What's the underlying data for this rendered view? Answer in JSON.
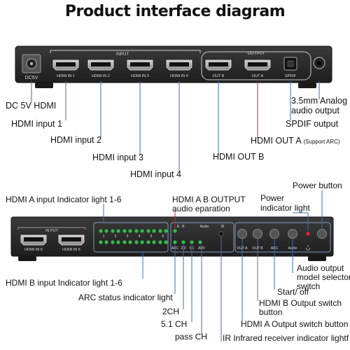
{
  "title": "Product interface diagram",
  "top_panel": {
    "port_power": "DC5V",
    "input_header": "INPUT",
    "output_header": "OUTPUT",
    "in1": "HDMI IN 1",
    "in2": "HDMI IN 2",
    "in3": "HDMI IN 3",
    "in4": "HDMI IN 4",
    "outb": "OUT B",
    "outa": "OUT A",
    "spdif": "SPDIF"
  },
  "top_labels": {
    "dc": "DC 5V HDMI",
    "in1": "HDMI input 1",
    "in2": "HDMI input 2",
    "in3": "HDMI input 3",
    "in4": "HDMI input 4",
    "outb": "HDMI OUT B",
    "outa_main": "HDMI OUT A",
    "outa_note": "(Support ARC)",
    "spdif": "SPDIF output",
    "analog_line1": "3.5mm Analog",
    "analog_line2": "audio output"
  },
  "bottom_panel": {
    "input_header": "IN PUT",
    "in6": "HDMI IN 6",
    "in5": "HDMI IN 5",
    "numbers": [
      "1",
      "2",
      "3",
      "4",
      "5",
      "6"
    ],
    "ab": "A - B",
    "audio": "Audio",
    "ir": "IR",
    "arc": "ARC",
    "ch2": "2.0",
    "ch51": "5.1",
    "adv": "ADV",
    "outa": "OUT A",
    "outb": "OUT B",
    "arc_btn": "ARC",
    "audio_btn": "Audio"
  },
  "bottom_labels": {
    "indicator_a": "HDMI A input Indicator light 1-6",
    "ab_line1": "HDMI A B OUTPUT",
    "ab_line2": "audio eparation",
    "power_ind_line1": "Power",
    "power_ind_line2": "indicator light",
    "power_button": "Power button",
    "indicator_b": "HDMI B input Indicator light 1-6",
    "arc_status": "ARC status indicator light",
    "ch2": "2CH",
    "ch51": "5.1 CH",
    "pass": "pass CH",
    "audio_sel_line1": "Audio output",
    "audio_sel_line2": "model selector",
    "audio_sel_line3": "switch",
    "startoff": "Start/ off",
    "outb_btn_line1": "HDMI B Output switch",
    "outb_btn_line2": "button",
    "outa_btn": "HDMI A Output switch button",
    "ir": "IR Infrared receiver indicator lightf"
  },
  "colors": {
    "panel": "#2b2b2b",
    "led_green": "#2fbf4a",
    "power_led": "#d8262b",
    "line_red": "#c0282d",
    "line_blue": "#3a6fb7"
  }
}
